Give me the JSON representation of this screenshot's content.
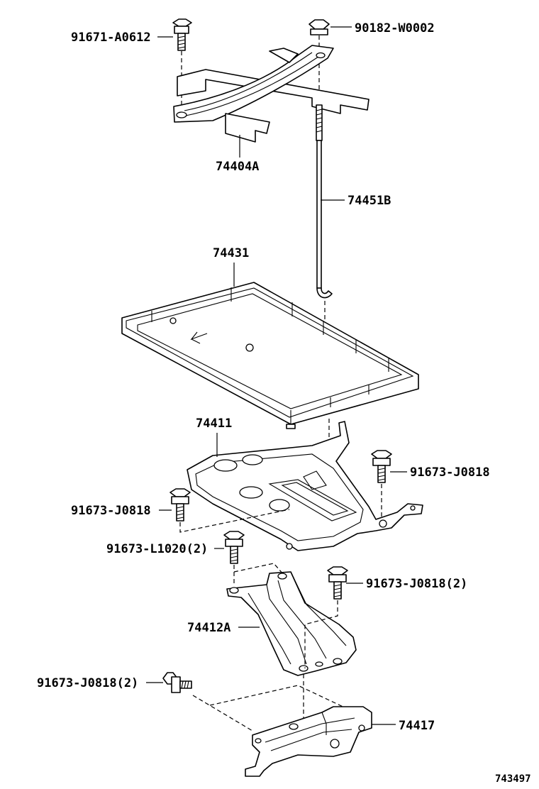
{
  "diagram": {
    "labels": {
      "p91671_A0612": "91671-A0612",
      "p90182_W0002": "90182-W0002",
      "p74404A": "74404A",
      "p74451B": "74451B",
      "p74431": "74431",
      "p74411": "74411",
      "p91673_J0818_right": "91673-J0818",
      "p91673_J0818_left": "91673-J0818",
      "p91673_L1020": "91673-L1020(2)",
      "p91673_J0818_2_right": "91673-J0818(2)",
      "p74412A": "74412A",
      "p91673_J0818_2_left": "91673-J0818(2)",
      "p74417": "74417",
      "figure_number": "743497"
    }
  }
}
